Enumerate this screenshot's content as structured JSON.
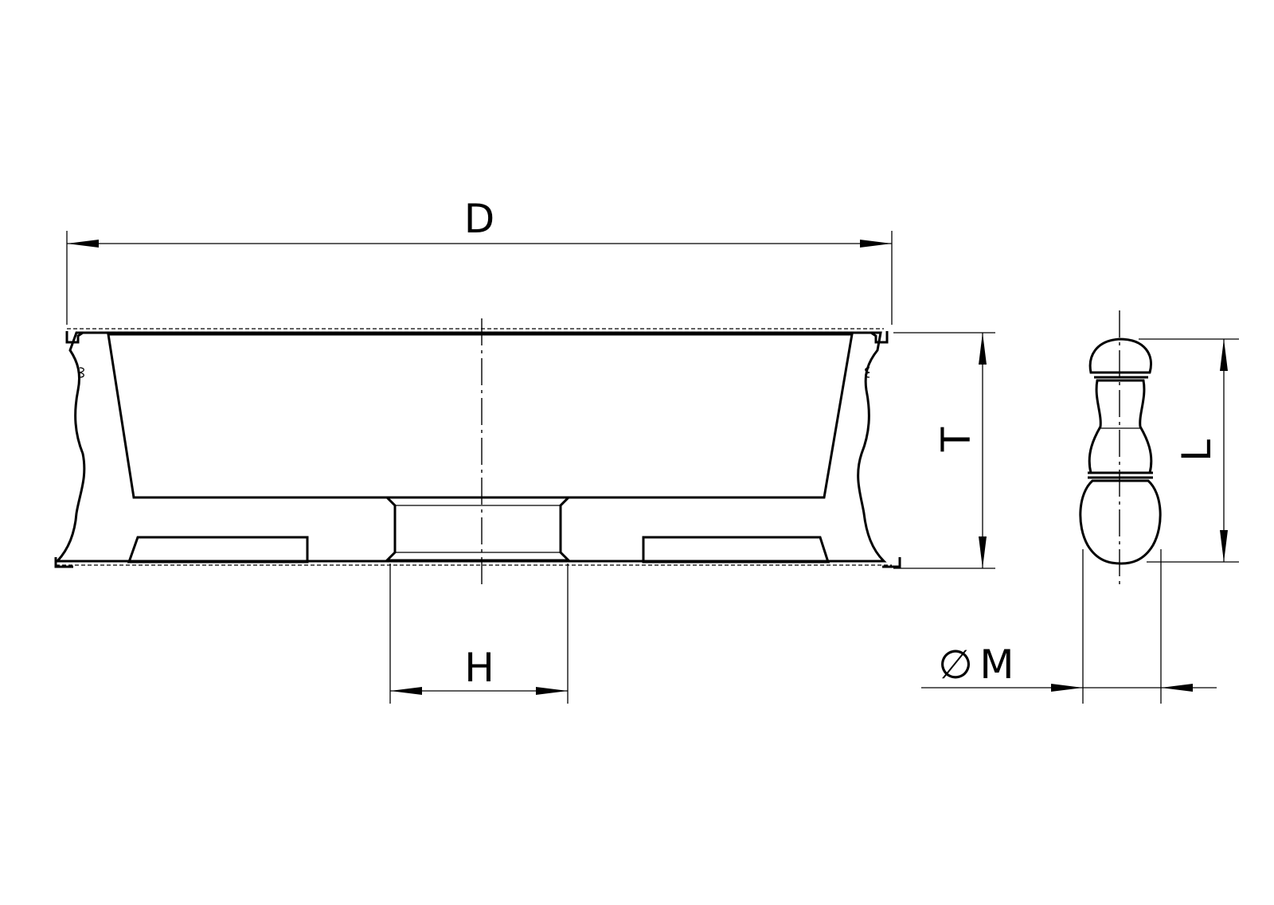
{
  "drawing": {
    "colors": {
      "line": "#000000",
      "section_fill": "#ffffff",
      "bore_fill": "#ececec",
      "profile_fill": "#d4d4d4",
      "background": "#ffffff"
    },
    "dimensions": {
      "diameter": "D",
      "thickness": "T",
      "bore": "H",
      "profile_diameter_symbol": "∅",
      "profile_diameter": "M",
      "profile_length": "L"
    }
  }
}
